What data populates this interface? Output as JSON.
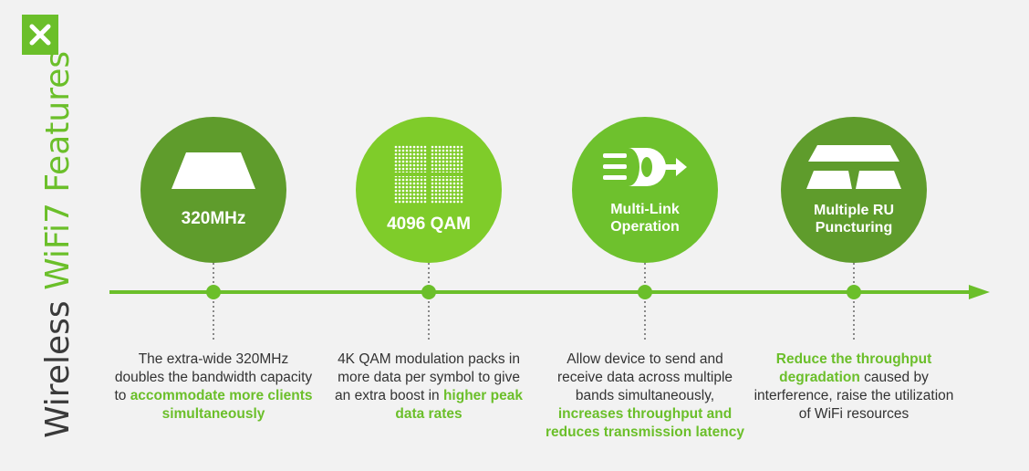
{
  "title": {
    "part1": "Wireless ",
    "part2": "WiFi7 Features"
  },
  "logo": {
    "icon": "x-logo-icon",
    "color": "#6bbf2a"
  },
  "colors": {
    "accent": "#6bbf2a",
    "dark_green": "#5f9c2c",
    "light_green": "#7fcc2a",
    "text": "#333333"
  },
  "features": [
    {
      "label": "320MHz",
      "icon": "trapezoid-channel-icon",
      "desc_plain": "The extra-wide 320MHz doubles the bandwidth capacity to ",
      "desc_highlight": "accommodate more clients simultaneously",
      "desc_tail": ""
    },
    {
      "label": "4096 QAM",
      "icon": "qam-constellation-icon",
      "desc_plain": "4K QAM modulation packs in more data per symbol to give an extra boost in ",
      "desc_highlight": "higher peak data rates",
      "desc_tail": ""
    },
    {
      "label_line1": "Multi-Link",
      "label_line2": "Operation",
      "icon": "multi-link-icon",
      "desc_plain": "Allow device to send and receive data across multiple bands simultaneously, ",
      "desc_highlight": "increases throughput and reduces transmission latency",
      "desc_tail": ""
    },
    {
      "label_line1": "Multiple RU",
      "label_line2": "Puncturing",
      "icon": "ru-puncturing-icon",
      "desc_plain": "",
      "desc_highlight": "Reduce the throughput degradation",
      "desc_tail": " caused by interference, raise the utilization of WiFi resources"
    }
  ]
}
